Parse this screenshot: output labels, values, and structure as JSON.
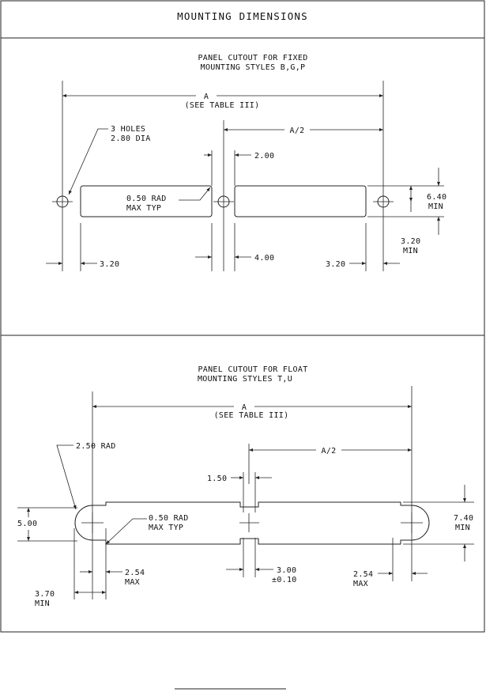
{
  "title": "MOUNTING DIMENSIONS",
  "fixed": {
    "heading_line1": "PANEL CUTOUT FOR FIXED",
    "heading_line2": "MOUNTING STYLES B,G,P",
    "dim_a": "A",
    "see_table": "(SEE TABLE III)",
    "dim_a_half": "A/2",
    "holes_line1": "3 HOLES",
    "holes_line2": "2.80 DIA",
    "dim_2_00": "2.00",
    "rad_line1": "0.50 RAD",
    "rad_line2": "MAX TYP",
    "dim_6_40": "6.40",
    "min_label_a": "MIN",
    "dim_3_20_right": "3.20",
    "min_label_b": "MIN",
    "dim_3_20_left": "3.20",
    "dim_4_00": "4.00",
    "dim_3_20_bottom": "3.20"
  },
  "float": {
    "heading_line1": "PANEL CUTOUT FOR FLOAT",
    "heading_line2": "MOUNTING STYLES T,U",
    "dim_a": "A",
    "see_table": "(SEE TABLE III)",
    "dim_a_half": "A/2",
    "rad_2_50": "2.50 RAD",
    "dim_1_50": "1.50",
    "dim_5_00": "5.00",
    "rad_line1": "0.50 RAD",
    "rad_line2": "MAX TYP",
    "dim_7_40": "7.40",
    "min_label": "MIN",
    "dim_2_54_left": "2.54",
    "max_label_left": "MAX",
    "dim_3_00": "3.00",
    "tol_3_00": "±0.10",
    "dim_2_54_right": "2.54",
    "max_label_right": "MAX",
    "dim_3_70": "3.70",
    "min_label_3_70": "MIN"
  }
}
